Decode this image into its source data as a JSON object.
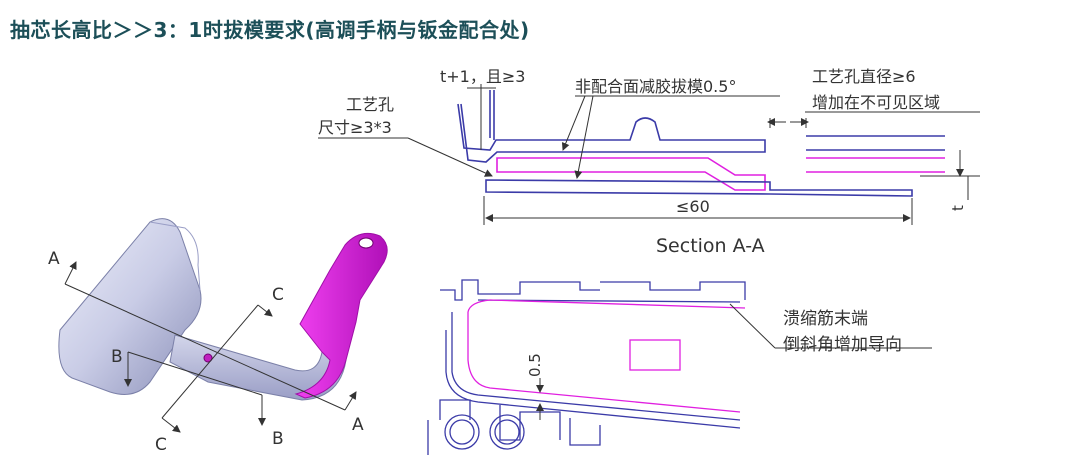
{
  "title": "抽芯长高比＞＞3：1时拔模要求(高调手柄与钣金配合处)",
  "section_view": {
    "caption": "Section A-A",
    "dim_top": "t+1，且≥3",
    "note_draft": "非配合面减胶拔模0.5°",
    "note_hole_line1": "工艺孔",
    "note_hole_line2": "尺寸≥3*3",
    "note_hole_dia_line1": "工艺孔直径≥6",
    "note_hole_dia_line2": "增加在不可见区域",
    "dim_length": "≤60",
    "dim_t": "t"
  },
  "part_view": {
    "label_a1": "A",
    "label_a2": "A",
    "label_b1": "B",
    "label_b2": "B",
    "label_c1": "C",
    "label_c2": "C"
  },
  "detail_view": {
    "dim_gap": "0.5",
    "note_line1": "溃缩筋末端",
    "note_line2": "倒斜角增加导向"
  },
  "colors": {
    "title": "#1c4f58",
    "sheet_metal": "#3b3ba8",
    "plastic_part": "#e020e0",
    "dimension": "#333333"
  }
}
